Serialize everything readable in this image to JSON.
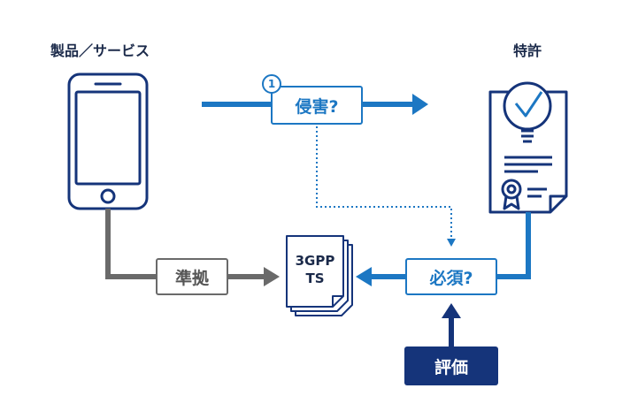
{
  "labels": {
    "product": "製品／サービス",
    "patent": "特許"
  },
  "boxes": {
    "infringement": "侵害?",
    "essential": "必須?",
    "compliance": "準拠",
    "evaluation": "評価"
  },
  "step_number": "1",
  "document": {
    "line1": "3GPP",
    "line2": "TS"
  },
  "colors": {
    "blue": "#1c77c3",
    "navy": "#15347a",
    "gray": "#6a6a6a",
    "dark": "#1b2a4a"
  }
}
